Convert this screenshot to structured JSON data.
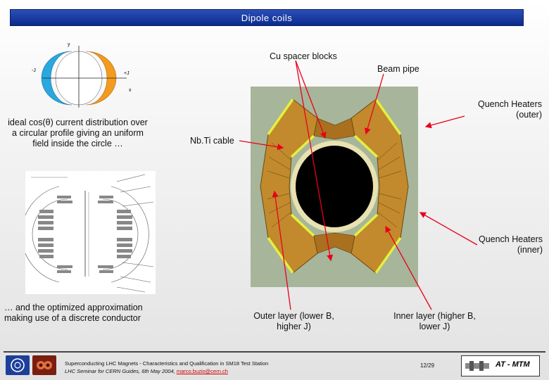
{
  "slide": {
    "title": "Dipole coils",
    "page_number": "12/29"
  },
  "diagram": {
    "axis_y": "y",
    "axis_x": "x",
    "neg_j": "-J",
    "pos_j": "+J"
  },
  "labels": {
    "ideal_desc": "ideal cos(θ) current distribution over a circular profile giving an uniform field inside the circle …",
    "optimized_desc": "… and the optimized approximation making use of a discrete conductor",
    "cu_spacer": "Cu spacer blocks",
    "beam_pipe": "Beam pipe",
    "quench_outer": "Quench Heaters (outer)",
    "nbti_cable": "Nb.Ti cable",
    "quench_inner": "Quench Heaters (inner)",
    "outer_layer": "Outer layer (lower B, higher J)",
    "inner_layer": "Inner layer (higher B, lower J)"
  },
  "footer": {
    "line1": "Superconducting LHC Magnets - Characteristics and Qualification in SM18 Test Station",
    "line2": "LHC Seminar for CERN Guides, 6th May 2004,",
    "email": "marco.buzio@cern.ch",
    "logo_text": "AT - MTM"
  },
  "colors": {
    "title_bar": "#1a3aa8",
    "blue_crescent": "#29a8e0",
    "orange_crescent": "#f29b1e",
    "arrow": "#e8001c",
    "quench_heater": "#e4f040"
  }
}
